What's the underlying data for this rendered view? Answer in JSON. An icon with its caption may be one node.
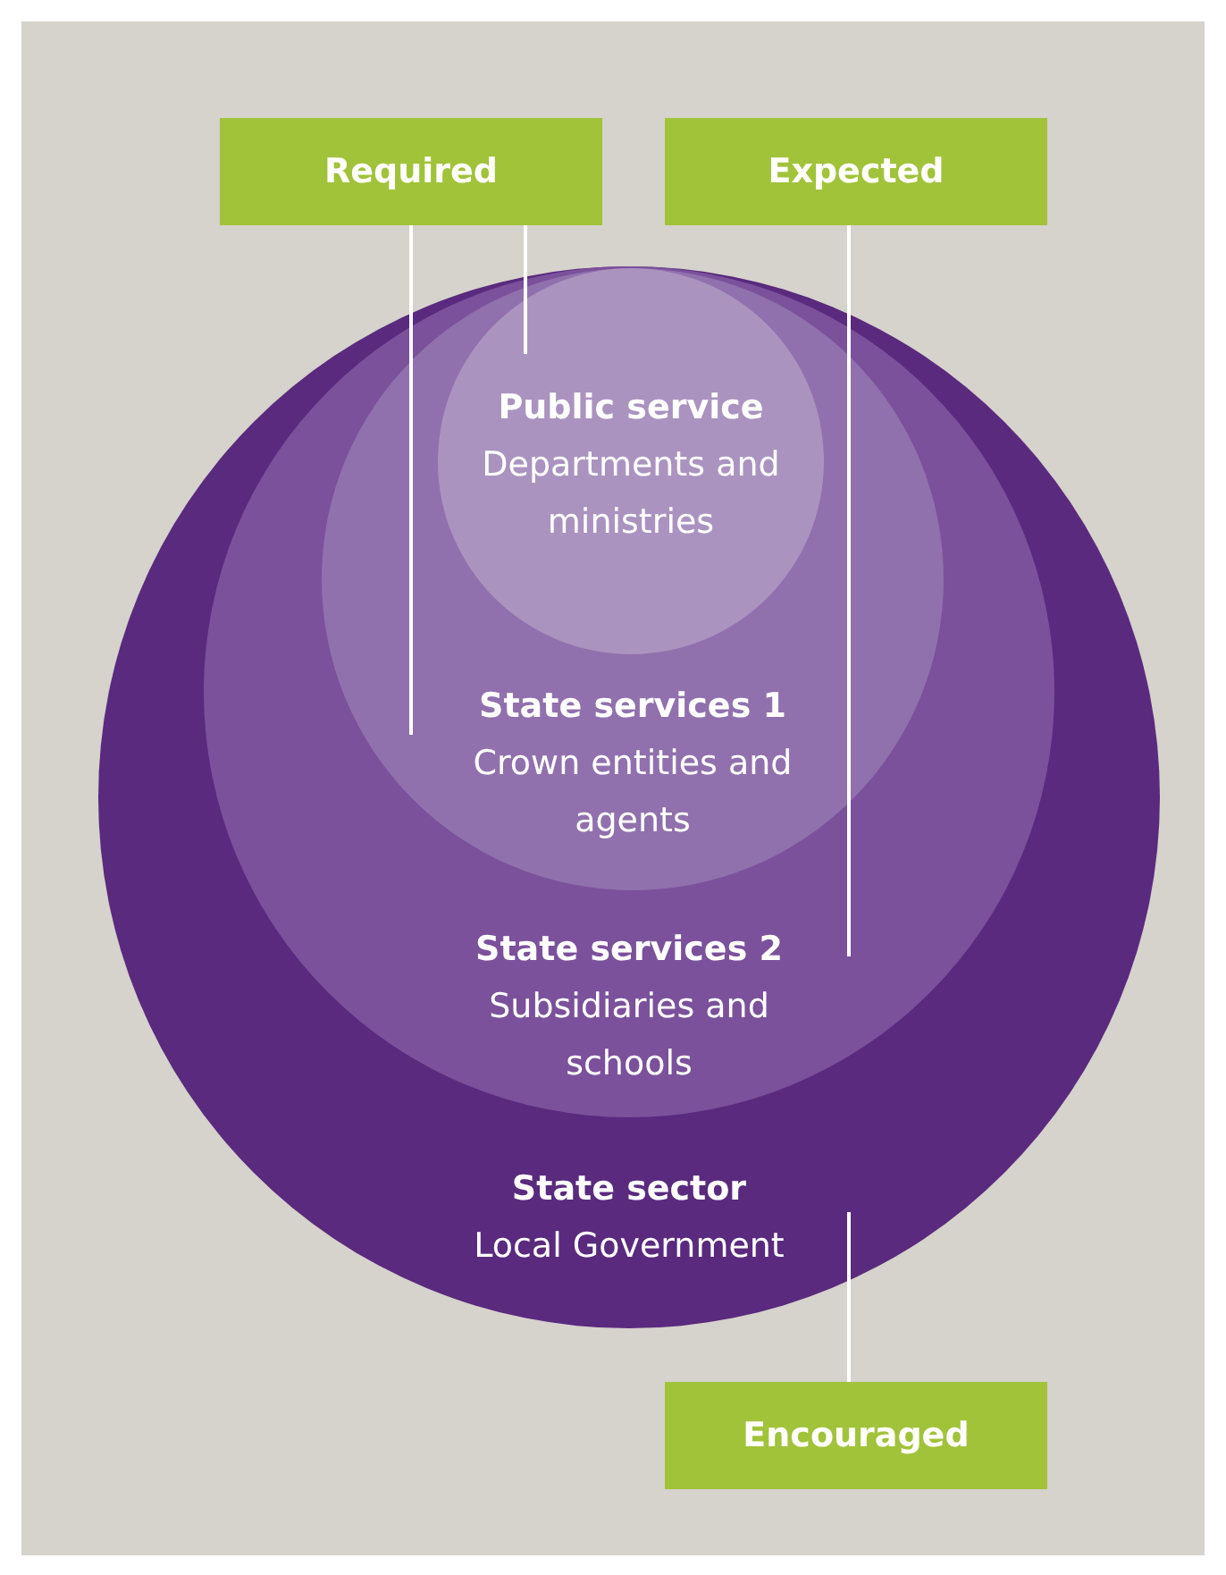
{
  "diagram": {
    "nodes": [
      {
        "text": [
          "Required"
        ]
      },
      {
        "text": [
          "Expected"
        ]
      },
      {
        "text": [
          "Encouraged"
        ]
      },
      {
        "text": [
          "State sector",
          "Local Government"
        ]
      },
      {
        "text": [
          "State services 2",
          "Subsidiaries and schools"
        ],
        "in": 3
      },
      {
        "text": [
          "State services 1",
          "Crown entities and agents"
        ],
        "in": 4
      },
      {
        "text": [
          "Public service",
          "Departments and ministries"
        ],
        "in": 5
      }
    ],
    "edges": [
      {
        "from": 0,
        "to": 6,
        "arrow": "none"
      },
      {
        "from": 0,
        "to": 5,
        "arrow": "none"
      },
      {
        "from": 1,
        "to": 4,
        "arrow": "none"
      },
      {
        "from": 2,
        "to": 3,
        "arrow": "none"
      }
    ]
  }
}
